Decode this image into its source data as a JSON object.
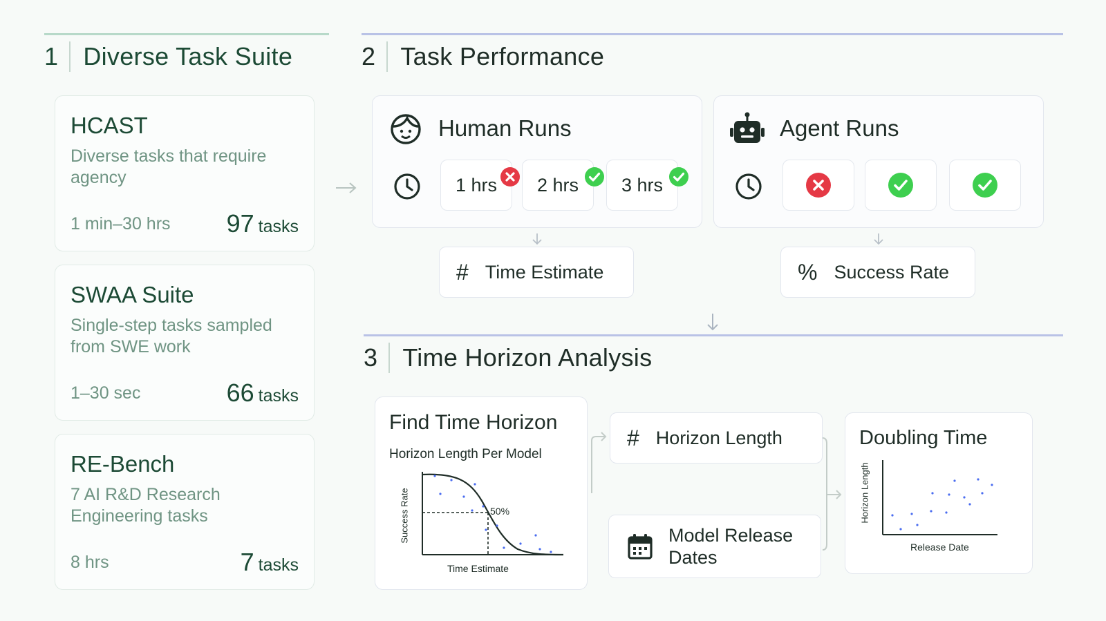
{
  "sections": {
    "s1": {
      "num": "1",
      "title": "Diverse Task Suite"
    },
    "s2": {
      "num": "2",
      "title": "Task Performance"
    },
    "s3": {
      "num": "3",
      "title": "Time Horizon Analysis"
    }
  },
  "tasks": [
    {
      "name": "HCAST",
      "desc": "Diverse tasks that require agency",
      "range": "1 min–30 hrs",
      "count": "97",
      "unit": "tasks"
    },
    {
      "name": "SWAA Suite",
      "desc": "Single-step tasks sampled from SWE work",
      "range": "1–30 sec",
      "count": "66",
      "unit": "tasks"
    },
    {
      "name": "RE-Bench",
      "desc": "7 AI R&D Research Engineering tasks",
      "range": "8 hrs",
      "count": "7",
      "unit": "tasks"
    }
  ],
  "human_runs": {
    "title": "Human Runs",
    "runs": [
      {
        "label": "1 hrs",
        "status": "fail"
      },
      {
        "label": "2 hrs",
        "status": "success"
      },
      {
        "label": "3 hrs",
        "status": "success"
      }
    ],
    "metric": {
      "symbol": "#",
      "label": "Time Estimate"
    }
  },
  "agent_runs": {
    "title": "Agent Runs",
    "runs": [
      {
        "status": "fail"
      },
      {
        "status": "success"
      },
      {
        "status": "success"
      }
    ],
    "metric": {
      "symbol": "%",
      "label": "Success Rate"
    }
  },
  "analysis": {
    "find": {
      "title": "Find Time Horizon",
      "chart_title": "Horizon Length Per Model",
      "xlabel": "Time Estimate",
      "ylabel": "Success Rate",
      "marker": "50%"
    },
    "horizon": {
      "symbol": "#",
      "label": "Horizon Length"
    },
    "release": {
      "label": "Model Release Dates"
    },
    "doubling": {
      "title": "Doubling Time",
      "xlabel": "Release Date",
      "ylabel": "Horizon Length"
    }
  },
  "colors": {
    "green_accent": "#16a34a",
    "success": "#3ecf4f",
    "fail": "#e53945",
    "section1_rule": "#b7d9c9",
    "section_rule": "#b9c2e6",
    "title_dark": "#1c4a35",
    "desc_muted": "#6f9483"
  },
  "icons": {
    "human": "face-icon",
    "agent": "robot-icon",
    "clock": "clock-icon",
    "calendar": "calendar-icon"
  }
}
